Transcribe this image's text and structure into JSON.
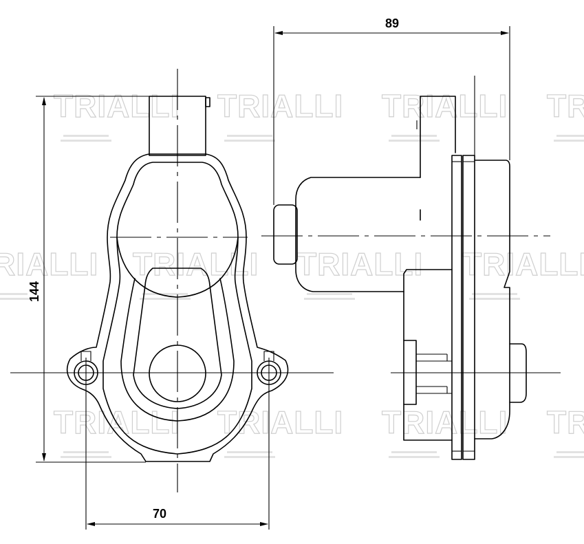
{
  "dimensions": {
    "width_total": "89",
    "height": "144",
    "bolt_spacing": "70"
  },
  "watermark": {
    "text": "TRIALLI"
  },
  "colors": {
    "line": "#000000",
    "watermark": "#cfcfcf",
    "background": "#ffffff"
  }
}
